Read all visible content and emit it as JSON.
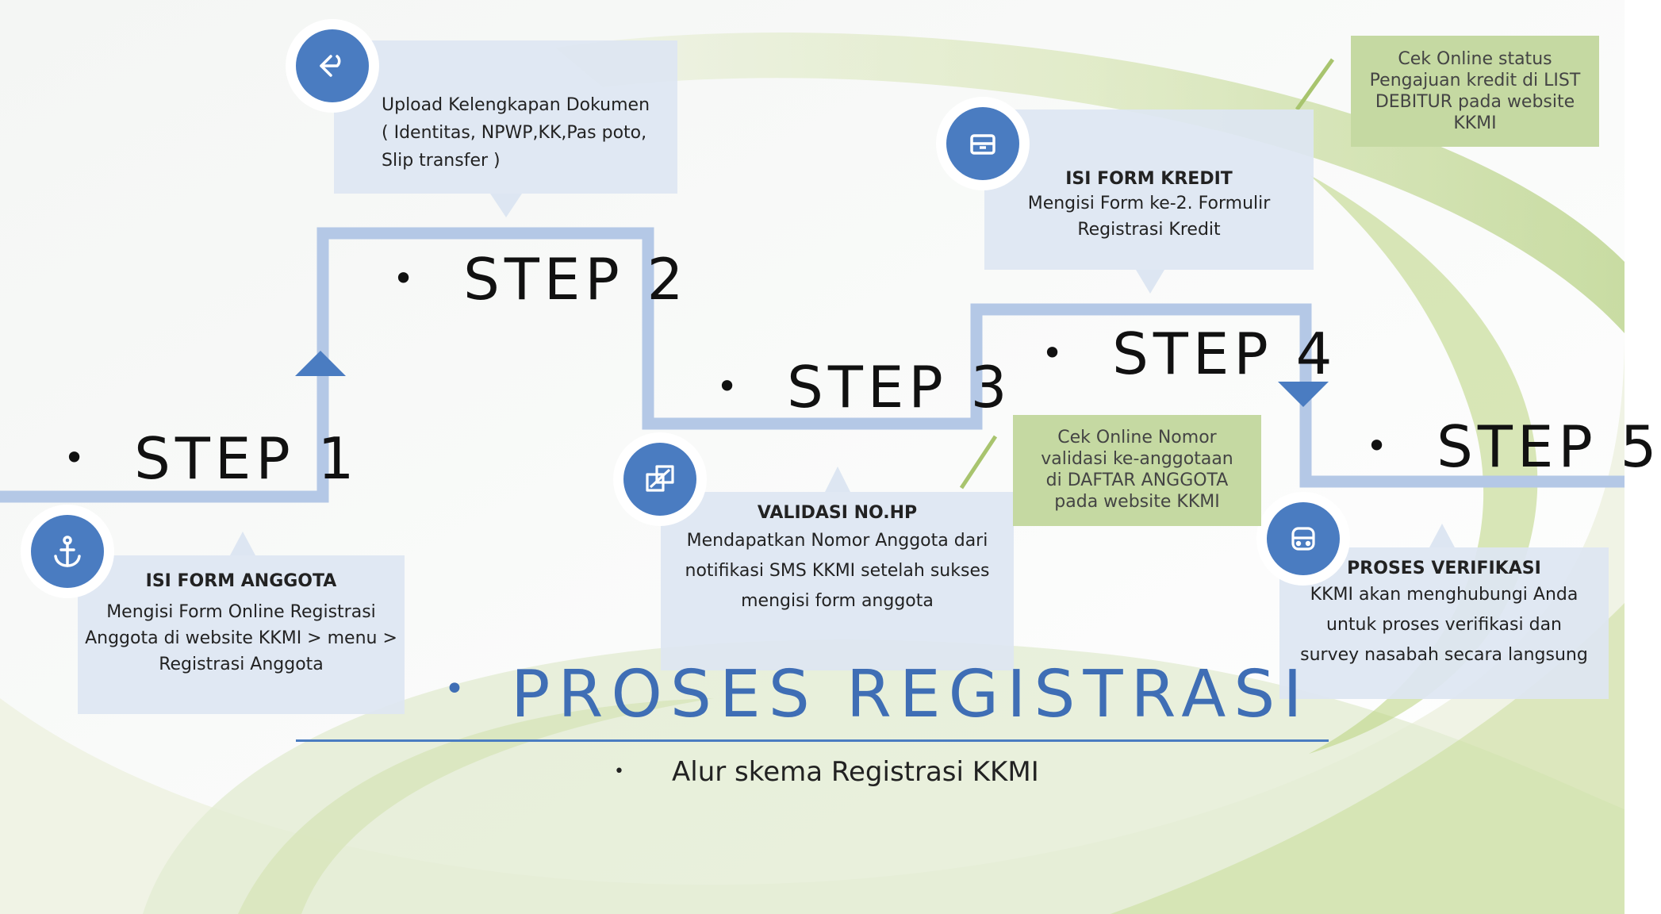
{
  "colors": {
    "accent": "#4a7cc1",
    "path_line": "#b4c8e6",
    "box_bg": "#dde6f2",
    "note_bg": "#c5d9a2",
    "note_connector": "#a8c46e"
  },
  "steps": [
    {
      "label": "STEP 1"
    },
    {
      "label": "STEP 2"
    },
    {
      "label": "STEP 3"
    },
    {
      "label": "STEP 4"
    },
    {
      "label": "STEP 5"
    }
  ],
  "boxes": {
    "step1": {
      "title": "ISI FORM ANGGOTA",
      "text": "Mengisi Form Online Registrasi Anggota di website KKMI > menu > Registrasi Anggota",
      "icon": "anchor-icon"
    },
    "step2": {
      "title": "",
      "text": "Upload Kelengkapan Dokumen ( Identitas, NPWP,KK,Pas poto, Slip transfer )",
      "icon": "arrow-left-icon"
    },
    "step3": {
      "title": "VALIDASI NO.HP",
      "text": "Mendapatkan Nomor Anggota dari notifikasi SMS KKMI setelah sukses mengisi form anggota",
      "icon": "linked-squares-icon"
    },
    "step4": {
      "title": "ISI FORM KREDIT",
      "text": "Mengisi Form ke-2. Formulir Registrasi Kredit",
      "icon": "inbox-icon"
    },
    "step5": {
      "title": "PROSES VERIFIKASI",
      "text": "KKMI akan menghubungi Anda untuk proses verifikasi dan survey nasabah secara langsung",
      "icon": "bus-icon"
    }
  },
  "notes": {
    "daftar_anggota": "Cek Online Nomor validasi ke-anggotaan di DAFTAR ANGGOTA pada website KKMI",
    "list_debitur": "Cek Online status Pengajuan kredit di LIST DEBITUR pada website KKMI"
  },
  "title": "PROSES REGISTRASI",
  "subtitle": "Alur skema Registrasi KKMI"
}
